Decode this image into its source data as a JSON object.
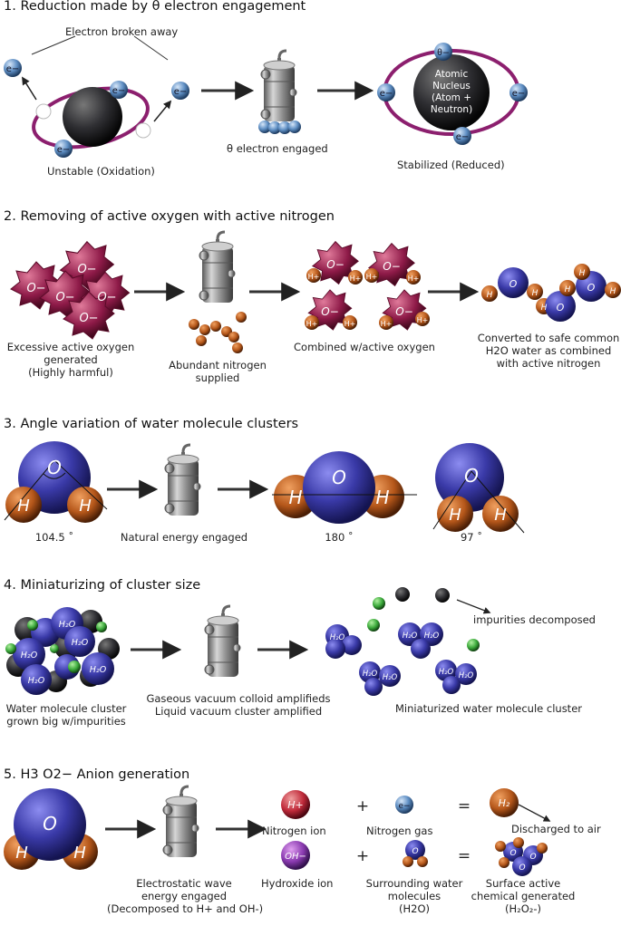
{
  "sections": [
    {
      "title": "1. Reduction made by θ electron engagement",
      "labels": {
        "broken_away": "Electron broken away",
        "unstable": "Unstable (Oxidation)",
        "engaged": "θ electron engaged",
        "stabilized": "Stabilized (Reduced)",
        "nucleus_1": "Atomic",
        "nucleus_2": "Nucleus",
        "nucleus_3": "(Atom +",
        "nucleus_4": "Neutron)",
        "electron": "e−",
        "theta": "θ−"
      }
    },
    {
      "title": "2. Removing of active oxygen with active nitrogen",
      "labels": {
        "excessive_1": "Excessive active oxygen",
        "excessive_2": "generated",
        "excessive_3": "(Highly harmful)",
        "nitrogen_1": "Abundant nitrogen",
        "nitrogen_2": "supplied",
        "combined": "Combined w/active oxygen",
        "converted_1": "Converted to safe common",
        "converted_2": "H2O water as combined",
        "converted_3": "with active nitrogen",
        "o_minus": "O−",
        "h_plus": "H+",
        "o": "O",
        "h": "H"
      }
    },
    {
      "title": "3. Angle variation of water molecule clusters",
      "labels": {
        "angle_1": "104.5 ˚",
        "natural": "Natural energy engaged",
        "angle_2": "180 ˚",
        "angle_3": "97 ˚",
        "o": "O",
        "h": "H"
      }
    },
    {
      "title": "4. Miniaturizing of cluster size",
      "labels": {
        "impurities": "impurities decomposed",
        "cluster_1": "Water molecule cluster",
        "cluster_2": "grown big w/impurities",
        "gaseous_1": "Gaseous vacuum colloid amplifieds",
        "gaseous_2": "Liquid vacuum cluster amplified",
        "mini": "Miniaturized water molecule cluster",
        "h2o": "H₂O"
      }
    },
    {
      "title": "5. H3 O2− Anion generation",
      "labels": {
        "electro_1": "Electrostatic wave",
        "electro_2": "energy engaged",
        "electro_3": "(Decomposed to H+ and OH-)",
        "nitrogen_ion": "Nitrogen ion",
        "nitrogen_gas": "Nitrogen gas",
        "discharged": "Discharged to air",
        "hydroxide": "Hydroxide ion",
        "surrounding_1": "Surrounding water",
        "surrounding_2": "molecules",
        "surrounding_3": "(H2O)",
        "surface_1": "Surface active",
        "surface_2": "chemical generated",
        "surface_3": "(H₂O₂-)",
        "plus": "+",
        "equals": "=",
        "h_plus": "H+",
        "oh_minus": "OH−",
        "h2": "H₂",
        "e_minus": "e−",
        "o": "O",
        "h": "H"
      }
    }
  ],
  "colors": {
    "nucleus": "#2f2f33",
    "orbit": "#8c1f6e",
    "electron": "#5f8fc4",
    "oxygen_blue": "#3a3aa8",
    "hydrogen_orange": "#b5571a",
    "active_oxygen": "#8e1a48",
    "impurity_green": "#3aa83a",
    "impurity_black": "#111111",
    "device": "#8a8a8a"
  }
}
